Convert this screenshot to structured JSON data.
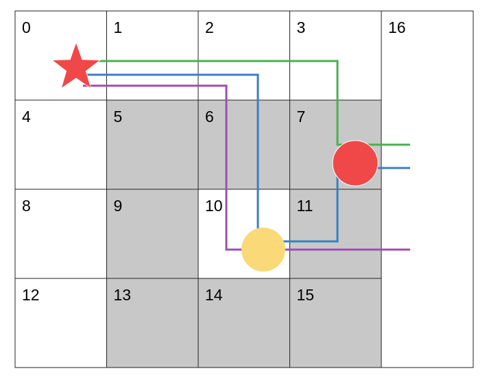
{
  "grid": {
    "cells": [
      {
        "label": "0",
        "shaded": false
      },
      {
        "label": "1",
        "shaded": false
      },
      {
        "label": "2",
        "shaded": false
      },
      {
        "label": "3",
        "shaded": false
      },
      {
        "label": "4",
        "shaded": false
      },
      {
        "label": "5",
        "shaded": true
      },
      {
        "label": "6",
        "shaded": true
      },
      {
        "label": "7",
        "shaded": true
      },
      {
        "label": "8",
        "shaded": false
      },
      {
        "label": "9",
        "shaded": true
      },
      {
        "label": "10",
        "shaded": false
      },
      {
        "label": "11",
        "shaded": true
      },
      {
        "label": "12",
        "shaded": false
      },
      {
        "label": "13",
        "shaded": true
      },
      {
        "label": "14",
        "shaded": true
      },
      {
        "label": "15",
        "shaded": true
      }
    ],
    "extra_cell": {
      "label": "16"
    }
  },
  "markers": {
    "start_icon": "star-icon",
    "red_target_icon": "circle-icon",
    "yellow_target_icon": "circle-icon"
  },
  "colors": {
    "cell_border": "#222222",
    "shaded_fill": "#c8c8c8",
    "star": "#f04848",
    "red_circle": "#f04848",
    "yellow_circle": "#f9d978",
    "path_green": "#4caf50",
    "path_blue": "#3a7fc1",
    "path_purple": "#9c4fb0"
  },
  "paths": [
    {
      "name": "path-green",
      "color_key": "path_green"
    },
    {
      "name": "path-blue",
      "color_key": "path_blue"
    },
    {
      "name": "path-purple",
      "color_key": "path_purple"
    }
  ]
}
